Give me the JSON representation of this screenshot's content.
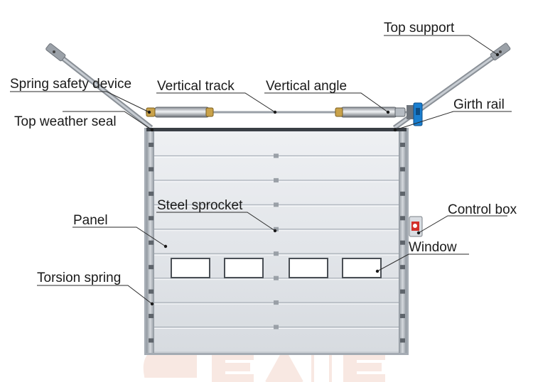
{
  "labels": {
    "top_support": "Top support",
    "spring_safety_device": "Spring safety device",
    "vertical_track": "Vertical track",
    "vertical_angle": "Vertical angle",
    "girth_rail": "Girth rail",
    "top_weather_seal": "Top weather seal",
    "steel_sprocket": "Steel sprocket",
    "control_box": "Control box",
    "panel": "Panel",
    "window": "Window",
    "torsion_spring": "Torsion spring"
  },
  "door": {
    "panel_sections": 9,
    "window_count": 4
  },
  "colors": {
    "door_panel": "#e4e7eb",
    "frame": "#9aa1a9",
    "accent_blue": "#1a7fd0",
    "control_red": "#d2302a",
    "watermark": "#f3d6cc"
  }
}
